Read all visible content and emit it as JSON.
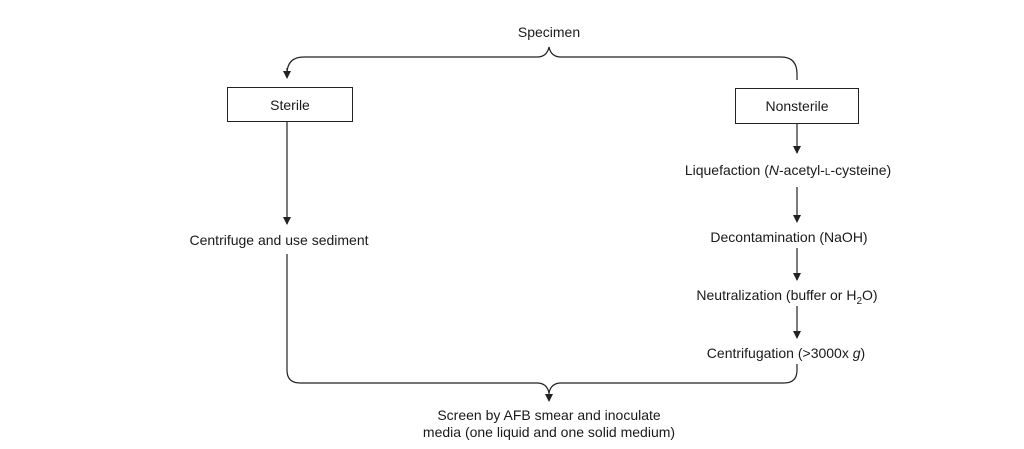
{
  "nodes": {
    "specimen": "Specimen",
    "sterile": "Sterile",
    "nonsterile": "Nonsterile",
    "centrifuge_sediment": "Centrifuge and use sediment",
    "liquefaction": {
      "prefix": "Liquefaction (",
      "italic": "N",
      "mid": "-acetyl-",
      "smallcaps": "l",
      "suffix": "-cysteine)"
    },
    "decontamination": "Decontamination (NaOH)",
    "neutralization": {
      "prefix": "Neutralization (buffer or H",
      "sub": "2",
      "suffix": "O)"
    },
    "centrifugation": {
      "prefix": "Centrifugation (>3000x ",
      "italic": "g",
      "suffix": ")"
    },
    "screen_line1": "Screen by AFB smear and inoculate",
    "screen_line2": "media (one liquid and one solid medium)"
  }
}
